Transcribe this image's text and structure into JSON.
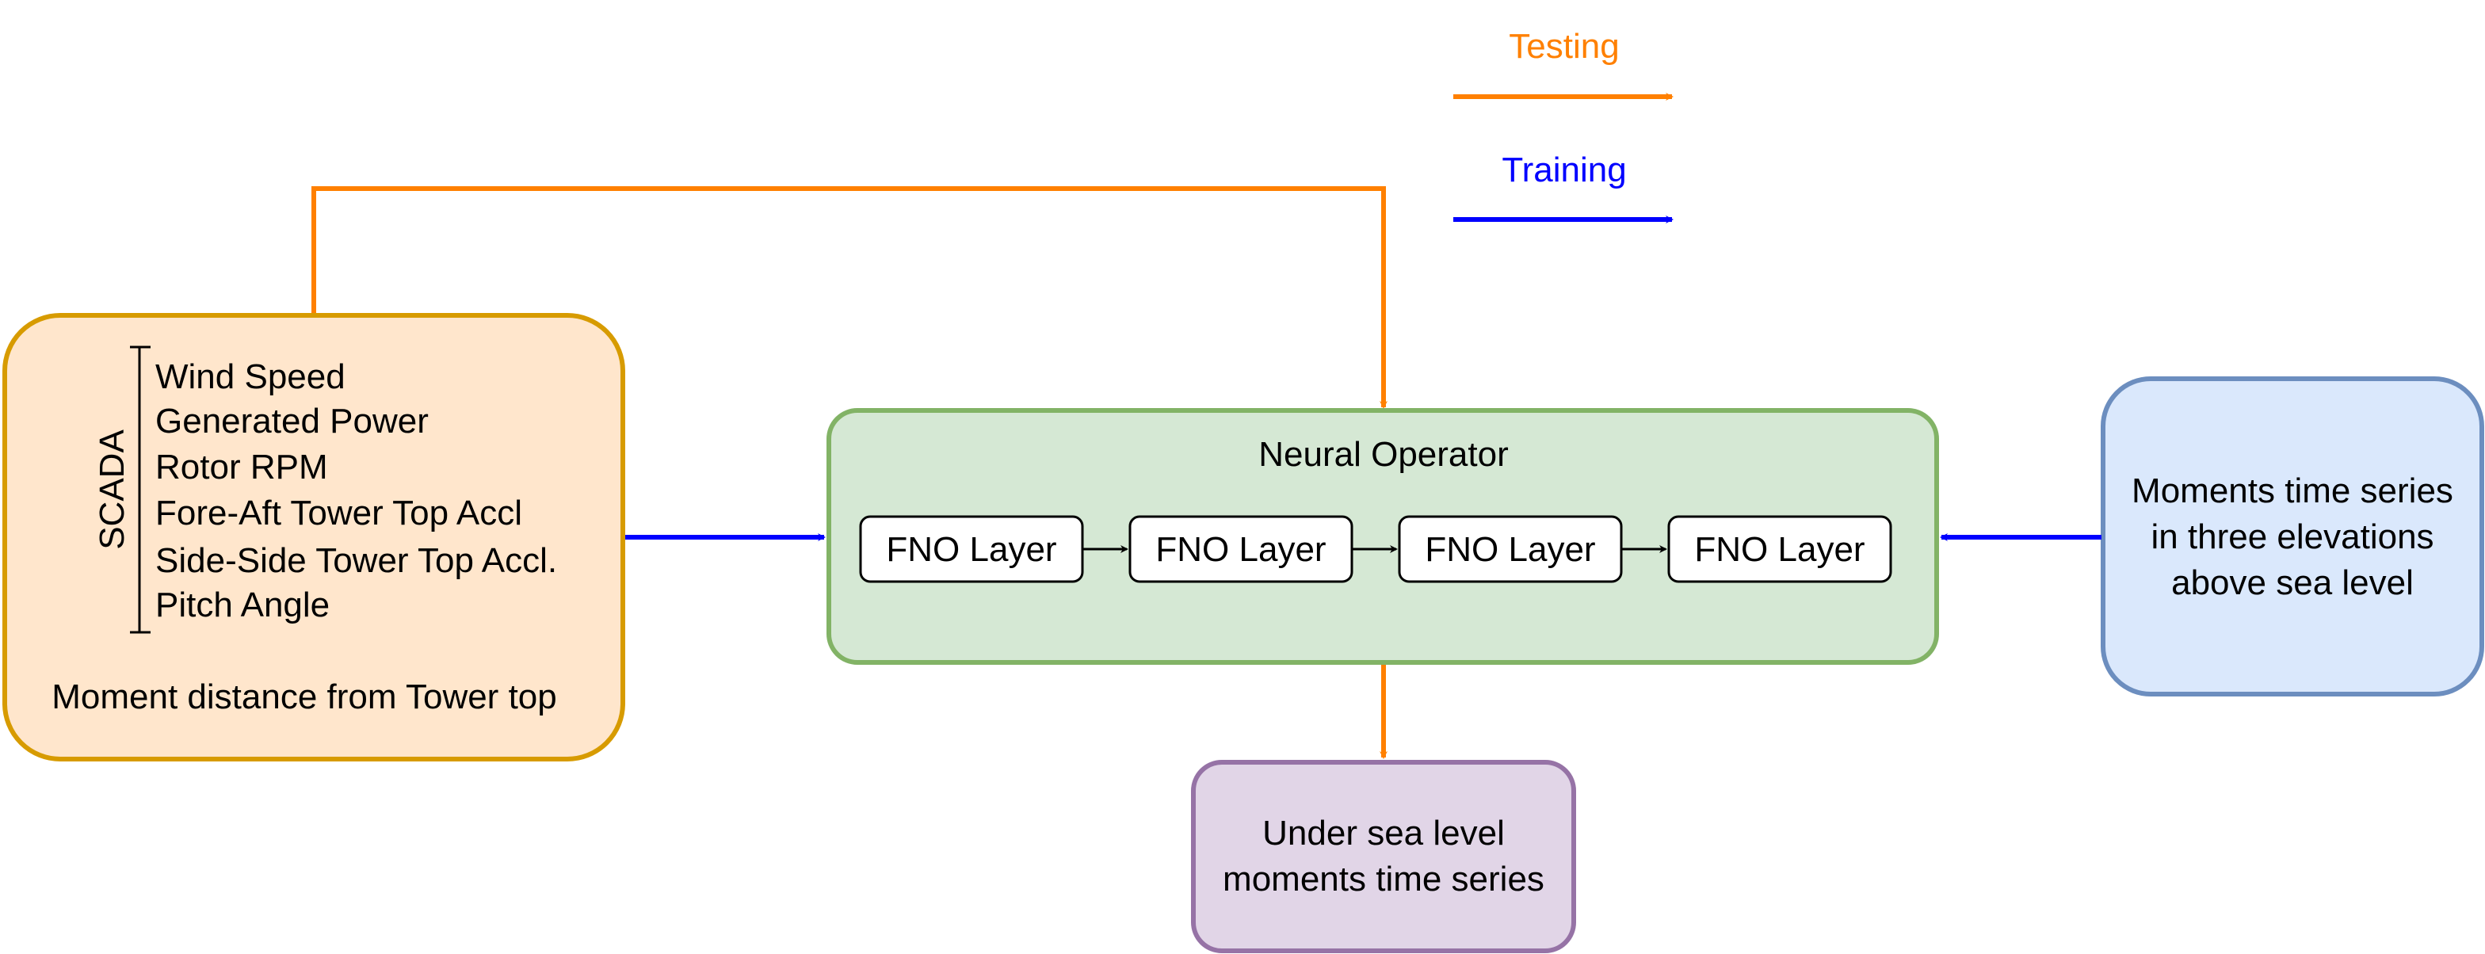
{
  "legend": {
    "testing_label": "Testing",
    "training_label": "Training"
  },
  "inputs": {
    "group_label": "SCADA",
    "items": [
      "Wind Speed",
      "Generated Power",
      "Rotor RPM",
      "Fore-Aft Tower Top Accl",
      "Side-Side Tower Top Accl.",
      "Pitch Angle"
    ],
    "extra": "Moment distance from Tower top"
  },
  "operator": {
    "title": "Neural Operator",
    "layers": [
      "FNO Layer",
      "FNO Layer",
      "FNO Layer",
      "FNO Layer"
    ]
  },
  "above_box": {
    "lines": [
      "Moments time series",
      "in three elevations",
      "above sea level"
    ]
  },
  "output_box": {
    "lines": [
      "Under sea level",
      "moments time series"
    ]
  },
  "colors": {
    "testing": "#FF8000",
    "training": "#0000FF",
    "input_fill": "#FFE6CC",
    "input_stroke": "#D79B00",
    "operator_fill": "#D5E8D4",
    "operator_stroke": "#82B366",
    "above_fill": "#DAE8FC",
    "above_stroke": "#6C8EBF",
    "output_fill": "#E1D5E7",
    "output_stroke": "#9673A6"
  }
}
